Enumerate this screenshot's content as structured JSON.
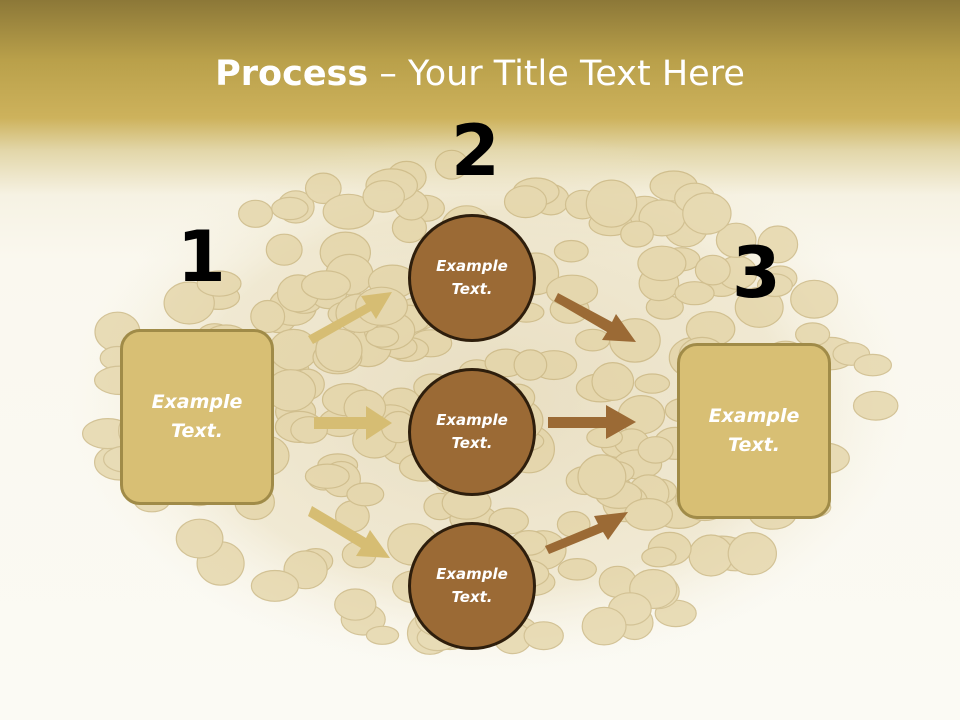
{
  "title": {
    "bold": "Process",
    "rest": " – Your Title Text Here"
  },
  "numbers": [
    "1",
    "2",
    "3"
  ],
  "left_box": {
    "line1": "Example",
    "line2": "Text."
  },
  "right_box": {
    "line1": "Example",
    "line2": "Text."
  },
  "circles": [
    {
      "line1": "Example",
      "line2": "Text."
    },
    {
      "line1": "Example",
      "line2": "Text."
    },
    {
      "line1": "Example",
      "line2": "Text."
    }
  ],
  "colors": {
    "box_fill": "#d8bf74",
    "circle_fill": "#9b6a35",
    "left_arrow": "#d6bd73",
    "right_arrow": "#9b6a35"
  }
}
